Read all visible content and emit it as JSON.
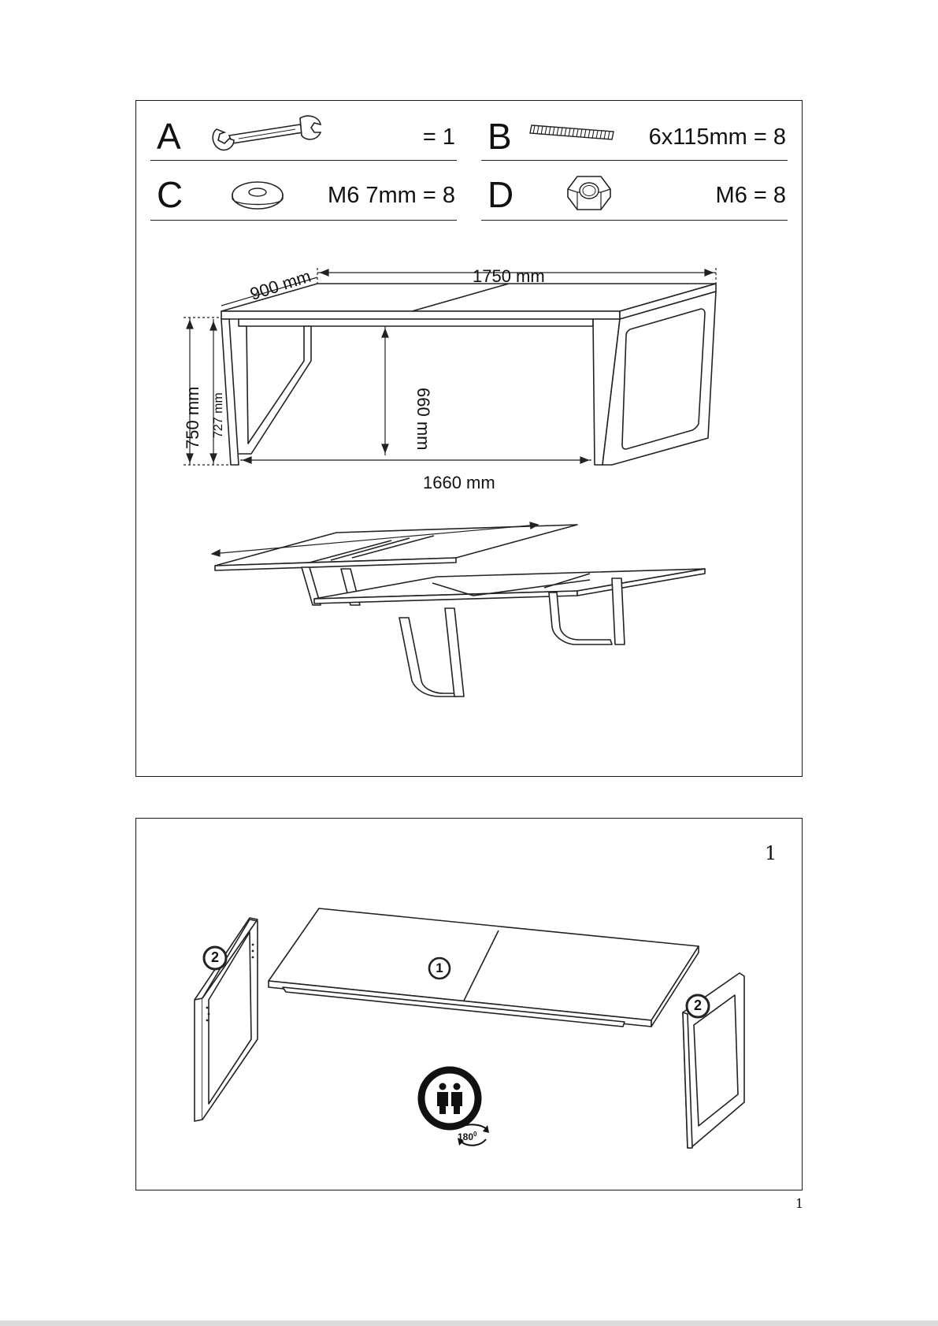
{
  "parts": [
    {
      "letter": "A",
      "icon": "wrench-icon",
      "quantity": "= 1"
    },
    {
      "letter": "B",
      "icon": "threaded-rod-icon",
      "quantity": "6x115mm = 8"
    },
    {
      "letter": "C",
      "icon": "washer-icon",
      "quantity": "M6 7mm = 8"
    },
    {
      "letter": "D",
      "icon": "hex-nut-icon",
      "quantity": "M6 = 8"
    }
  ],
  "dimensions": {
    "depth": "900 mm",
    "length": "1750 mm",
    "height": "750 mm",
    "leg_height": "727 mm",
    "clearance": "660 mm",
    "inner_length": "1660 mm"
  },
  "step": {
    "number": "1",
    "tabletop_callout": "1",
    "leg_callout": "2",
    "people_count_icon": "two-people-icon",
    "rotate_label": "180",
    "rotate_unit": "0"
  },
  "page_number": "1"
}
